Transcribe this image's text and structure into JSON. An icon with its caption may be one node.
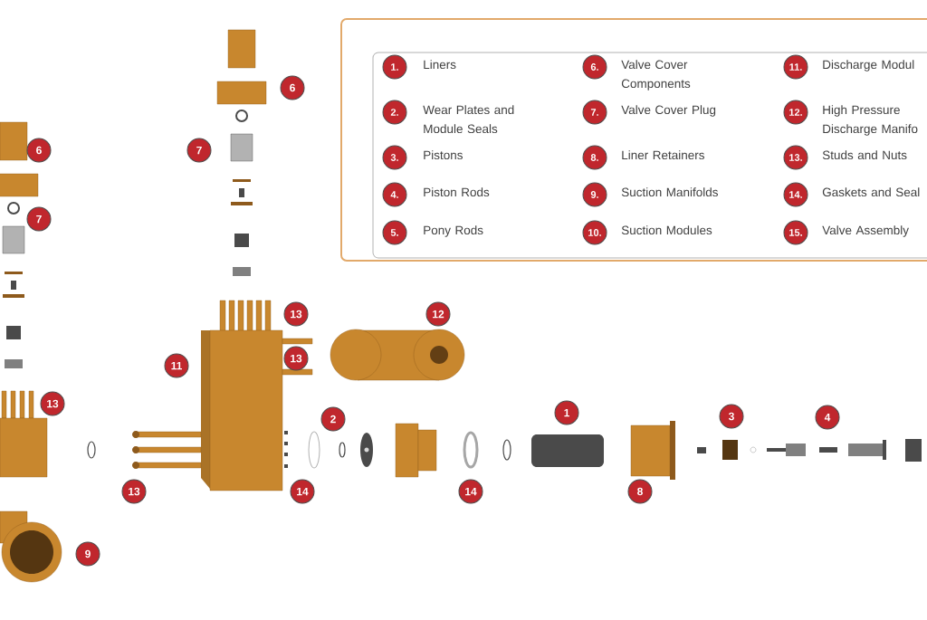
{
  "diagram": {
    "labels": [
      "6",
      "6",
      "7",
      "7",
      "13",
      "12",
      "13",
      "11",
      "13",
      "2",
      "1",
      "3",
      "4",
      "13",
      "14",
      "14",
      "8",
      "9",
      "1.",
      "Liners",
      "6.",
      "Valve Cover Components",
      "11.",
      "Discharge Modul",
      "2.",
      "Wear Plates and Module Seals",
      "7.",
      "Valve Cover Plug",
      "12.",
      "High Pressure Discharge Manifo",
      "3.",
      "Pistons",
      "8.",
      "Liner Retainers",
      "13.",
      "Studs and Nuts",
      "4.",
      "Piston Rods",
      "9.",
      "Suction Manifolds",
      "14.",
      "Gaskets and Seal",
      "5.",
      "Pony Rods",
      "10.",
      "Suction Modules",
      "15.",
      "Valve Assembly"
    ]
  }
}
